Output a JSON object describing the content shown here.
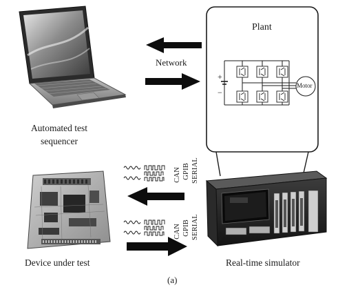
{
  "labels": {
    "plant": "Plant",
    "network": "Network",
    "sequencer": "Automated test\nsequencer",
    "device": "Device under test",
    "simulator": "Real-time simulator",
    "caption": "(a)",
    "motor": "Motor",
    "plus": "+",
    "minus": "−"
  },
  "buses": [
    "CAN",
    "GPIB",
    "SERIAL"
  ],
  "colors": {
    "ink": "#1a1a1a",
    "arrow": "#0d0d0d"
  }
}
